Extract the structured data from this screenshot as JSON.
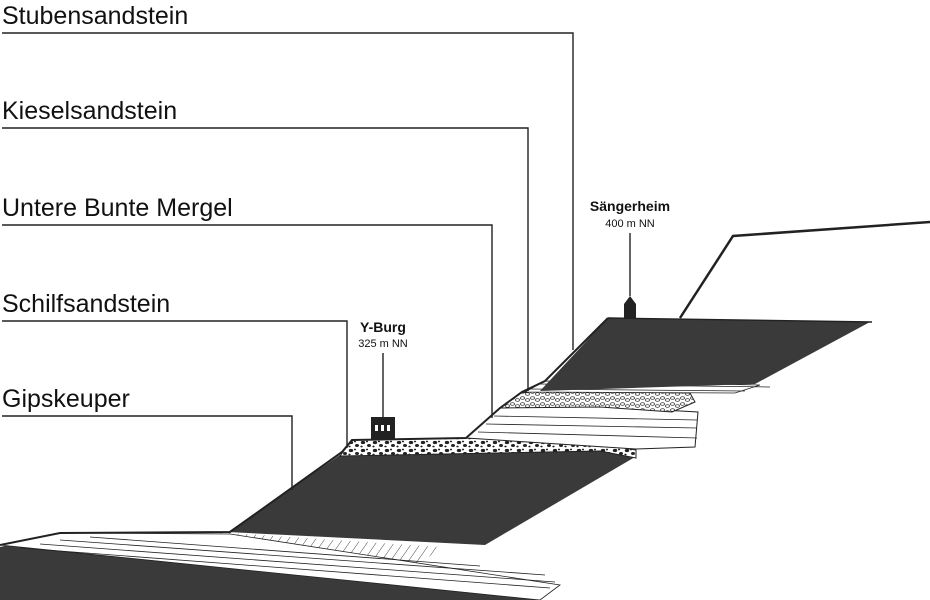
{
  "layers": [
    {
      "key": "stubensandstein",
      "label": "Stubensandstein"
    },
    {
      "key": "kieselsandstein",
      "label": "Kieselsandstein"
    },
    {
      "key": "untere_bunte_mergel",
      "label": "Untere Bunte Mergel"
    },
    {
      "key": "schilfsandstein",
      "label": "Schilfsandstein"
    },
    {
      "key": "gipskeuper",
      "label": "Gipskeuper"
    }
  ],
  "sites": {
    "y_burg": {
      "name": "Y-Burg",
      "elevation": "325 m NN"
    },
    "saengerheim": {
      "name": "Sängerheim",
      "elevation": "400 m NN"
    }
  },
  "colors": {
    "rock_dark": "#3a3a3a",
    "line": "#222222",
    "background": "#ffffff"
  }
}
